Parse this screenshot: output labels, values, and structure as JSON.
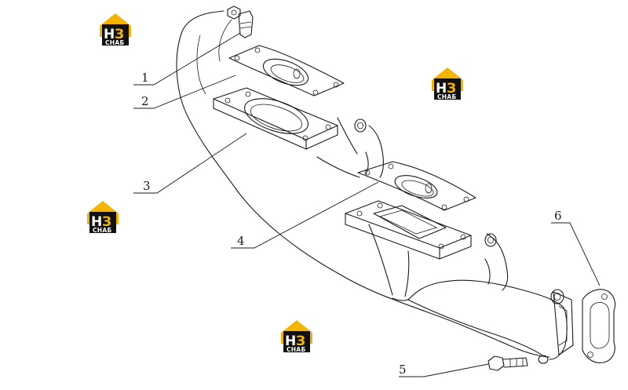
{
  "callouts": [
    {
      "id": 1,
      "label": "1"
    },
    {
      "id": 2,
      "label": "2"
    },
    {
      "id": 3,
      "label": "3"
    },
    {
      "id": 4,
      "label": "4"
    },
    {
      "id": 5,
      "label": "5"
    },
    {
      "id": 6,
      "label": "6"
    }
  ],
  "watermark": {
    "mark_left": "Н",
    "mark_right": "З",
    "subtitle": "СНАБ",
    "colors": {
      "accent": "#f5b400",
      "dark": "#111111",
      "light": "#ffffff"
    }
  },
  "colors": {
    "line": "#1a1a1a",
    "background": "#ffffff"
  }
}
